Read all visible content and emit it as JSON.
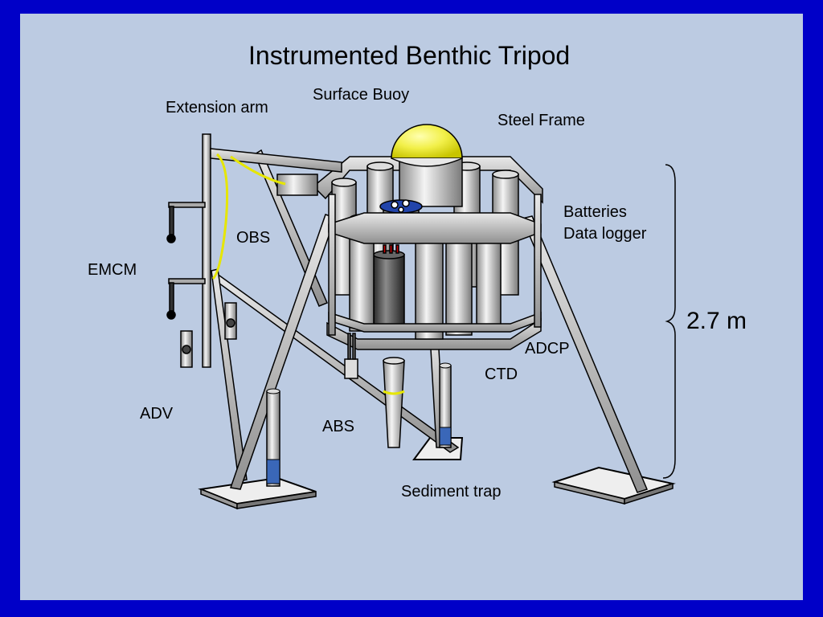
{
  "title": "Instrumented Benthic Tripod",
  "labels": {
    "surface_buoy": "Surface Buoy",
    "extension_arm": "Extension arm",
    "steel_frame": "Steel Frame",
    "batteries": "Batteries",
    "data_logger": "Data logger",
    "obs": "OBS",
    "emcm": "EMCM",
    "adcp": "ADCP",
    "ctd": "CTD",
    "adv": "ADV",
    "abs": "ABS",
    "sediment_trap": "Sediment trap",
    "height": "2.7 m"
  },
  "colors": {
    "border": "#0000c8",
    "background": "#bccbe2",
    "buoy": "#f2f04a",
    "frame": "#c8c8c8",
    "cable": "#e6e600",
    "accent_blue": "#2244aa",
    "base_plate": "#eeeeee"
  }
}
